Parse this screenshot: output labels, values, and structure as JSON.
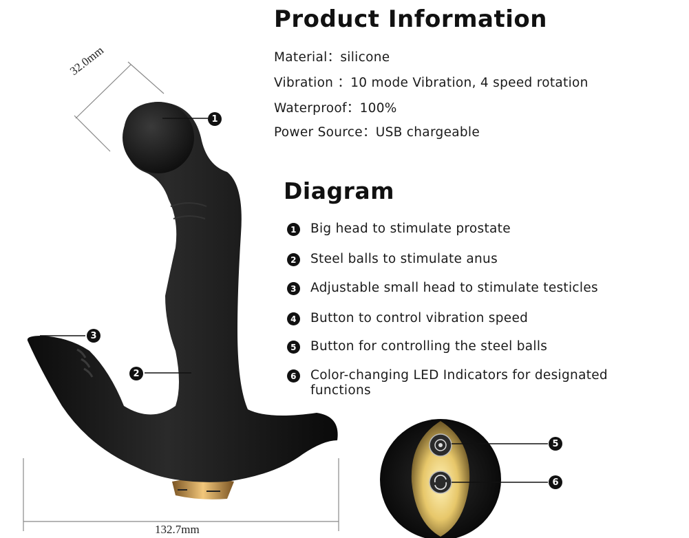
{
  "info": {
    "title": "Product Information",
    "lines": [
      "Material：silicone",
      "Vibration ：10 mode Vibration,  4  speed rotation",
      "Waterproof：100%",
      "Power Source：USB chargeable"
    ]
  },
  "diagram": {
    "title": "Diagram",
    "items": [
      {
        "num": "1",
        "text": "Big head to stimulate prostate"
      },
      {
        "num": "2",
        "text": "Steel balls to stimulate anus"
      },
      {
        "num": "3",
        "text": "Adjustable small head to stimulate testicles"
      },
      {
        "num": "4",
        "text": "Button to control vibration speed"
      },
      {
        "num": "5",
        "text": "Button for controlling the steel balls"
      },
      {
        "num": "6",
        "text": "Color-changing LED Indicators for designated functions"
      }
    ]
  },
  "dimensions": {
    "head": "32.0mm",
    "width": "132.7mm"
  },
  "markers": {
    "m1": "1",
    "m2": "2",
    "m3": "3",
    "m5": "5",
    "m6": "6"
  },
  "colors": {
    "product": "#151515",
    "gold": "#d6a24c",
    "text": "#1a1a1a"
  }
}
